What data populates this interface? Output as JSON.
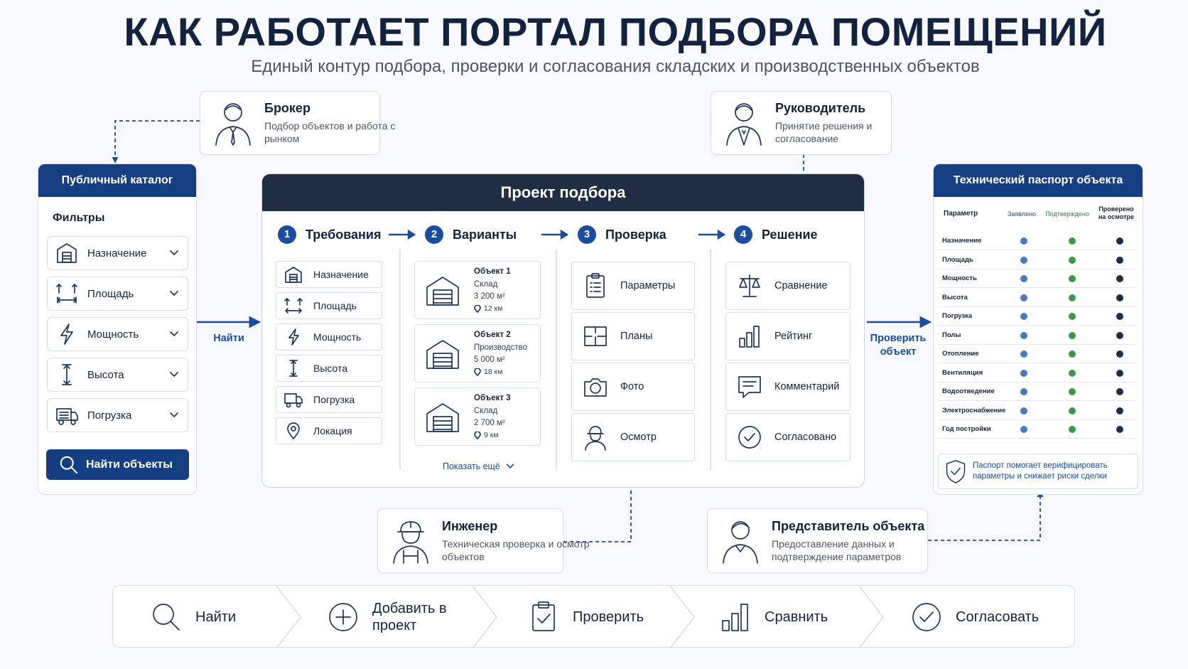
{
  "header": {
    "title": "КАК РАБОТАЕТ ПОРТАЛ ПОДБОРА ПОМЕЩЕНИЙ",
    "subtitle": "Единый контур подбора, проверки и согласования складских и производственных объектов"
  },
  "roles": {
    "broker": {
      "title": "Брокер",
      "desc": "Подбор объектов и работа с рынком"
    },
    "manager": {
      "title": "Руководитель",
      "desc": "Принятие решения и согласование"
    },
    "engineer": {
      "title": "Инженер",
      "desc": "Техническая проверка и осмотр объектов"
    },
    "owner_rep": {
      "title": "Представитель объекта",
      "desc": "Предоставление данных и подтверждение параметров"
    }
  },
  "catalog": {
    "title": "Публичный каталог",
    "filters_label": "Фильтры",
    "filters": [
      "Назначение",
      "Площадь",
      "Мощность",
      "Высота",
      "Погрузка"
    ],
    "search_button": "Найти объекты"
  },
  "flow_labels": {
    "find": "Найти",
    "check_object": "Проверить объект"
  },
  "project": {
    "title": "Проект подбора",
    "steps": [
      {
        "num": "1",
        "label": "Требования"
      },
      {
        "num": "2",
        "label": "Варианты"
      },
      {
        "num": "3",
        "label": "Проверка"
      },
      {
        "num": "4",
        "label": "Решение"
      }
    ],
    "requirements": [
      "Назначение",
      "Площадь",
      "Мощность",
      "Высота",
      "Погрузка",
      "Локация"
    ],
    "objects": [
      {
        "title": "Объект 1",
        "kind": "Склад",
        "area": "3 200 м²",
        "distance": "12 км"
      },
      {
        "title": "Объект 2",
        "kind": "Производство",
        "area": "5 000 м²",
        "distance": "18 км"
      },
      {
        "title": "Объект 3",
        "kind": "Склад",
        "area": "2 700 м²",
        "distance": "9 км"
      }
    ],
    "show_more": "Показать ещё",
    "checks": [
      "Параметры",
      "Планы",
      "Фото",
      "Осмотр"
    ],
    "decisions": [
      "Сравнение",
      "Рейтинг",
      "Комментарий",
      "Согласовано"
    ]
  },
  "passport": {
    "title": "Технический паспорт объекта",
    "col_param": "Параметр",
    "col_declared": "Заявлено",
    "col_confirmed": "Подтверждено",
    "col_inspected": "Проверено на осмотре",
    "rows": [
      "Назначение",
      "Площадь",
      "Мощность",
      "Высота",
      "Погрузка",
      "Полы",
      "Отопление",
      "Вентиляция",
      "Водоотведение",
      "Электроснабжение",
      "Год постройки"
    ],
    "colors": {
      "declared": "#4a78c2",
      "confirmed": "#3b9a4a",
      "inspected": "#1f2e45"
    },
    "note": "Паспорт помогает верифицировать параметры и снижает риски сделки"
  },
  "process": [
    {
      "label": "Найти",
      "icon": "search-icon"
    },
    {
      "label": "Добавить в проект",
      "icon": "add-circle-icon"
    },
    {
      "label": "Проверить",
      "icon": "clipboard-check-icon"
    },
    {
      "label": "Сравнить",
      "icon": "bar-chart-icon"
    },
    {
      "label": "Согласовать",
      "icon": "check-circle-icon"
    }
  ],
  "colors": {
    "accent": "#1a4da0",
    "dark_header": "#1f2e45",
    "panel_header": "#163e82"
  }
}
